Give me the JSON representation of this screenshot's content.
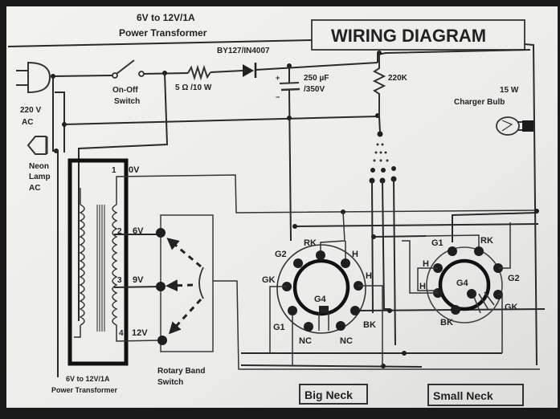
{
  "title": "WIRING DIAGRAM",
  "top_caption": {
    "line1": "6V to 12V/1A",
    "line2": "Power Transformer"
  },
  "mains": {
    "plug_label_1": "220 V",
    "plug_label_2": "AC"
  },
  "neon": {
    "line1": "Neon",
    "line2": "Lamp",
    "line3": "AC"
  },
  "switch": {
    "line1": "On-Off",
    "line2": "Switch"
  },
  "resistor": {
    "label": "5 Ω /10 W"
  },
  "diode": {
    "label": "BY127/IN4007"
  },
  "capacitor": {
    "label1": "250 µF",
    "label2": "/350V",
    "plus": "+",
    "minus": "−"
  },
  "bleeder": {
    "label": "220K"
  },
  "bulb": {
    "line1": "15 W",
    "line2": "Charger Bulb"
  },
  "transformer": {
    "taps": [
      {
        "pin": "1",
        "voltage": "0V"
      },
      {
        "pin": "2",
        "voltage": "6V"
      },
      {
        "pin": "3",
        "voltage": "9V"
      },
      {
        "pin": "4",
        "voltage": "12V"
      }
    ],
    "caption1": "6V to 12V/1A",
    "caption2": "Power Transformer"
  },
  "rotary": {
    "line1": "Rotary Band",
    "line2": "Switch"
  },
  "big_neck": {
    "label": "Big Neck",
    "pins": {
      "rk": "RK",
      "g2": "G2",
      "h1": "H",
      "gk": "GK",
      "h2": "H",
      "g1": "G1",
      "nc1": "NC",
      "nc2": "NC",
      "bk": "BK",
      "g4": "G4"
    }
  },
  "small_neck": {
    "label": "Small Neck",
    "pins": {
      "g1": "G1",
      "rk": "RK",
      "h1": "H",
      "h2": "H",
      "g2": "G2",
      "gk": "GK",
      "bk": "BK",
      "g4": "G4"
    }
  }
}
